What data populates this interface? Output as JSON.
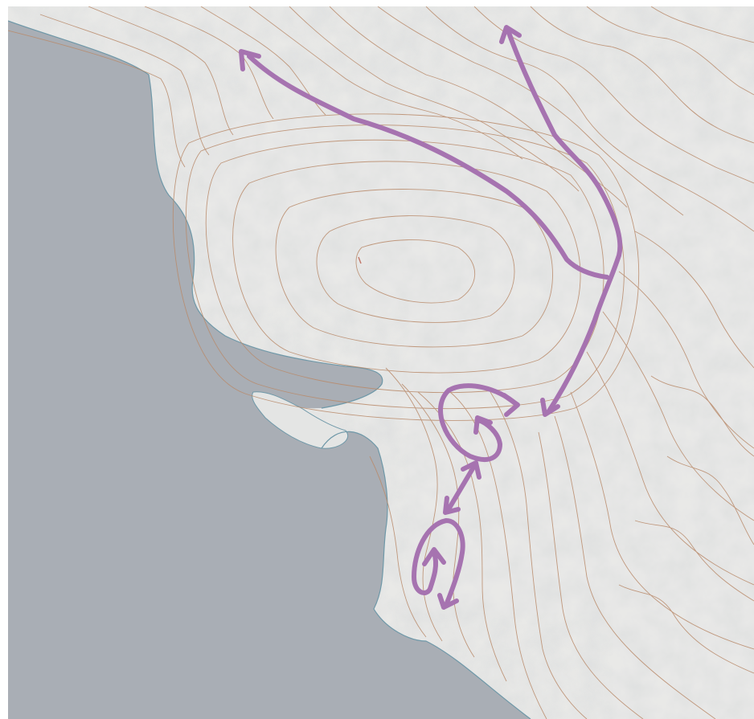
{
  "map": {
    "colors": {
      "water": "#a9aeb5",
      "land": "#e9e9e7",
      "shore_line": "#6f98a8",
      "contour": "#b98a6a",
      "route": "#a673b0"
    },
    "features": [
      "water-body",
      "coastline",
      "snow-covered-terrain",
      "contour-lines",
      "route-arrows"
    ]
  }
}
